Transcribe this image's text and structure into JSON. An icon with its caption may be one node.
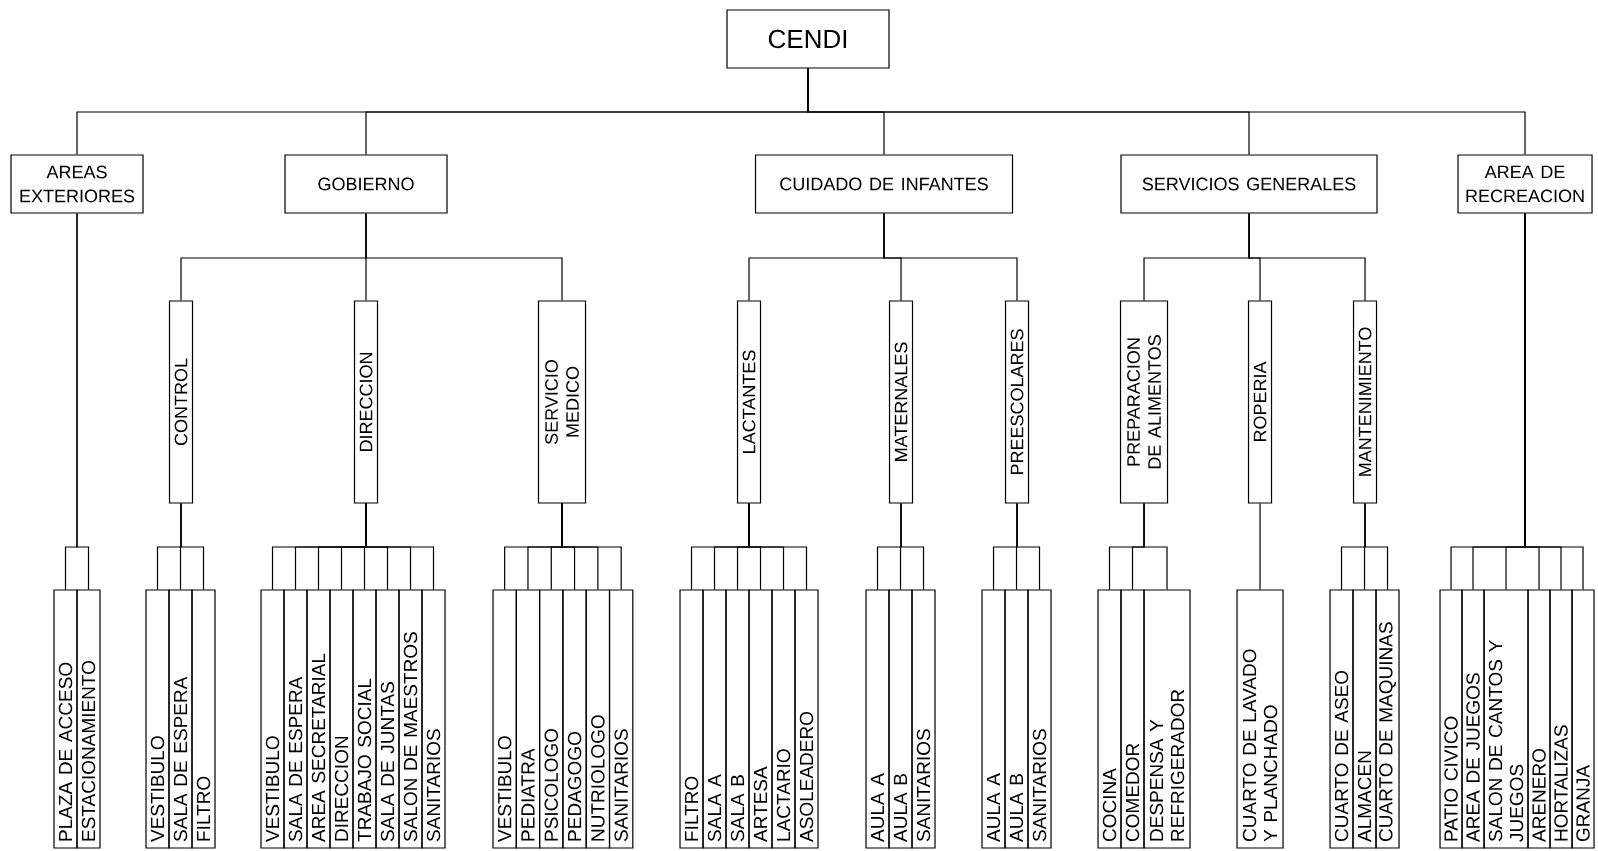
{
  "diagram": {
    "nodes": [
      {
        "text": [
          "CENDI"
        ]
      },
      {
        "text": [
          "AREAS EXTERIORES"
        ]
      },
      {
        "text": [
          "GOBIERNO"
        ]
      },
      {
        "text": [
          "CUIDADO DE INFANTES"
        ]
      },
      {
        "text": [
          "SERVICIOS GENERALES"
        ]
      },
      {
        "text": [
          "AREA DE RECREACION"
        ]
      },
      {
        "text": [
          "CONTROL"
        ]
      },
      {
        "text": [
          "DIRECCION"
        ]
      },
      {
        "text": [
          "SERVICIO MEDICO"
        ]
      },
      {
        "text": [
          "LACTANTES"
        ]
      },
      {
        "text": [
          "MATERNALES"
        ]
      },
      {
        "text": [
          "PREESCOLARES"
        ]
      },
      {
        "text": [
          "PREPARACION DE ALIMENTOS"
        ]
      },
      {
        "text": [
          "ROPERIA"
        ]
      },
      {
        "text": [
          "MANTENIMIENTO"
        ]
      },
      {
        "text": [
          "PLAZA DE ACCESO"
        ]
      },
      {
        "text": [
          "ESTACIONAMIENTO"
        ]
      },
      {
        "text": [
          "VESTIBULO"
        ]
      },
      {
        "text": [
          "SALA DE ESPERA"
        ]
      },
      {
        "text": [
          "FILTRO"
        ]
      },
      {
        "text": [
          "VESTIBULO"
        ]
      },
      {
        "text": [
          "SALA DE ESPERA"
        ]
      },
      {
        "text": [
          "AREA SECRETARIAL"
        ]
      },
      {
        "text": [
          "DIRECCION"
        ]
      },
      {
        "text": [
          "TRABAJO SOCIAL"
        ]
      },
      {
        "text": [
          "SALA DE JUNTAS"
        ]
      },
      {
        "text": [
          "SALON DE MAESTROS"
        ]
      },
      {
        "text": [
          "SANITARIOS"
        ]
      },
      {
        "text": [
          "VESTIBULO"
        ]
      },
      {
        "text": [
          "PEDIATRA"
        ]
      },
      {
        "text": [
          "PSICOLOGO"
        ]
      },
      {
        "text": [
          "PEDAGOGO"
        ]
      },
      {
        "text": [
          "NUTRIOLOGO"
        ]
      },
      {
        "text": [
          "SANITARIOS"
        ]
      },
      {
        "text": [
          "FILTRO"
        ]
      },
      {
        "text": [
          "SALA A"
        ]
      },
      {
        "text": [
          "SALA B"
        ]
      },
      {
        "text": [
          "ARTESA"
        ]
      },
      {
        "text": [
          "LACTARIO"
        ]
      },
      {
        "text": [
          "ASOLEADERO"
        ]
      },
      {
        "text": [
          "AULA A"
        ]
      },
      {
        "text": [
          "AULA B"
        ]
      },
      {
        "text": [
          "SANITARIOS"
        ]
      },
      {
        "text": [
          "AULA A"
        ]
      },
      {
        "text": [
          "AULA B"
        ]
      },
      {
        "text": [
          "SANITARIOS"
        ]
      },
      {
        "text": [
          "COCINA"
        ]
      },
      {
        "text": [
          "COMEDOR"
        ]
      },
      {
        "text": [
          "DESPENSA Y REFRIGERADOR"
        ]
      },
      {
        "text": [
          "CUARTO DE LAVADO Y PLANCHADO"
        ]
      },
      {
        "text": [
          "CUARTO DE ASEO"
        ]
      },
      {
        "text": [
          "ALMACEN"
        ]
      },
      {
        "text": [
          "CUARTO DE MAQUINAS"
        ]
      },
      {
        "text": [
          "PATIO CIVICO"
        ]
      },
      {
        "text": [
          "AREA DE JUEGOS"
        ]
      },
      {
        "text": [
          "SALON DE CANTOS Y JUEGOS"
        ]
      },
      {
        "text": [
          "ARENERO"
        ]
      },
      {
        "text": [
          "HORTALIZAS"
        ]
      },
      {
        "text": [
          "GRANJA"
        ]
      }
    ],
    "edges": [
      {
        "from": 0,
        "to": 1,
        "arrow": "none"
      },
      {
        "from": 0,
        "to": 2,
        "arrow": "none"
      },
      {
        "from": 0,
        "to": 3,
        "arrow": "none"
      },
      {
        "from": 0,
        "to": 4,
        "arrow": "none"
      },
      {
        "from": 0,
        "to": 5,
        "arrow": "none"
      },
      {
        "from": 2,
        "to": 6,
        "arrow": "none"
      },
      {
        "from": 2,
        "to": 7,
        "arrow": "none"
      },
      {
        "from": 2,
        "to": 8,
        "arrow": "none"
      },
      {
        "from": 3,
        "to": 9,
        "arrow": "none"
      },
      {
        "from": 3,
        "to": 10,
        "arrow": "none"
      },
      {
        "from": 3,
        "to": 11,
        "arrow": "none"
      },
      {
        "from": 4,
        "to": 12,
        "arrow": "none"
      },
      {
        "from": 4,
        "to": 13,
        "arrow": "none"
      },
      {
        "from": 4,
        "to": 14,
        "arrow": "none"
      },
      {
        "from": 1,
        "to": 15,
        "arrow": "none"
      },
      {
        "from": 1,
        "to": 16,
        "arrow": "none"
      },
      {
        "from": 6,
        "to": 17,
        "arrow": "none"
      },
      {
        "from": 6,
        "to": 18,
        "arrow": "none"
      },
      {
        "from": 6,
        "to": 19,
        "arrow": "none"
      },
      {
        "from": 7,
        "to": 20,
        "arrow": "none"
      },
      {
        "from": 7,
        "to": 21,
        "arrow": "none"
      },
      {
        "from": 7,
        "to": 22,
        "arrow": "none"
      },
      {
        "from": 7,
        "to": 23,
        "arrow": "none"
      },
      {
        "from": 7,
        "to": 24,
        "arrow": "none"
      },
      {
        "from": 7,
        "to": 25,
        "arrow": "none"
      },
      {
        "from": 7,
        "to": 26,
        "arrow": "none"
      },
      {
        "from": 7,
        "to": 27,
        "arrow": "none"
      },
      {
        "from": 8,
        "to": 28,
        "arrow": "none"
      },
      {
        "from": 8,
        "to": 29,
        "arrow": "none"
      },
      {
        "from": 8,
        "to": 30,
        "arrow": "none"
      },
      {
        "from": 8,
        "to": 31,
        "arrow": "none"
      },
      {
        "from": 8,
        "to": 32,
        "arrow": "none"
      },
      {
        "from": 8,
        "to": 33,
        "arrow": "none"
      },
      {
        "from": 9,
        "to": 34,
        "arrow": "none"
      },
      {
        "from": 9,
        "to": 35,
        "arrow": "none"
      },
      {
        "from": 9,
        "to": 36,
        "arrow": "none"
      },
      {
        "from": 9,
        "to": 37,
        "arrow": "none"
      },
      {
        "from": 9,
        "to": 38,
        "arrow": "none"
      },
      {
        "from": 9,
        "to": 39,
        "arrow": "none"
      },
      {
        "from": 10,
        "to": 40,
        "arrow": "none"
      },
      {
        "from": 10,
        "to": 41,
        "arrow": "none"
      },
      {
        "from": 10,
        "to": 42,
        "arrow": "none"
      },
      {
        "from": 11,
        "to": 43,
        "arrow": "none"
      },
      {
        "from": 11,
        "to": 44,
        "arrow": "none"
      },
      {
        "from": 11,
        "to": 45,
        "arrow": "none"
      },
      {
        "from": 12,
        "to": 46,
        "arrow": "none"
      },
      {
        "from": 12,
        "to": 47,
        "arrow": "none"
      },
      {
        "from": 12,
        "to": 48,
        "arrow": "none"
      },
      {
        "from": 13,
        "to": 49,
        "arrow": "none"
      },
      {
        "from": 14,
        "to": 50,
        "arrow": "none"
      },
      {
        "from": 14,
        "to": 51,
        "arrow": "none"
      },
      {
        "from": 14,
        "to": 52,
        "arrow": "none"
      },
      {
        "from": 5,
        "to": 53,
        "arrow": "none"
      },
      {
        "from": 5,
        "to": 54,
        "arrow": "none"
      },
      {
        "from": 5,
        "to": 55,
        "arrow": "none"
      },
      {
        "from": 5,
        "to": 56,
        "arrow": "none"
      },
      {
        "from": 5,
        "to": 57,
        "arrow": "none"
      },
      {
        "from": 5,
        "to": 58,
        "arrow": "none"
      }
    ]
  }
}
